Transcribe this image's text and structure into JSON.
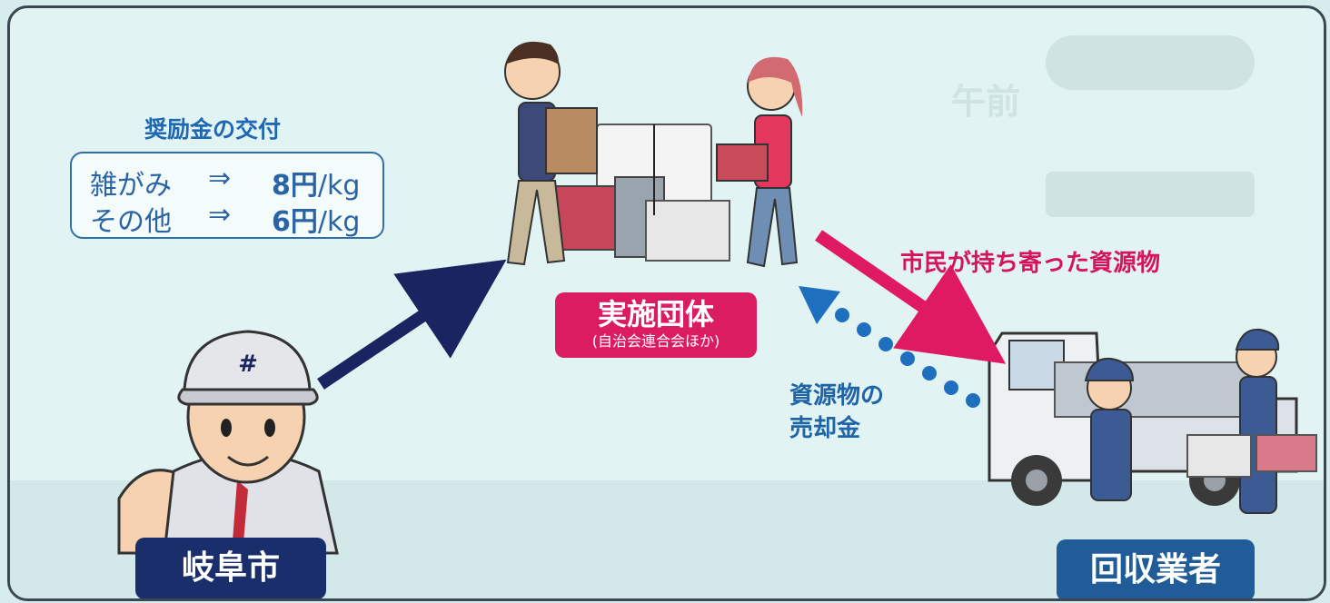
{
  "reward": {
    "title": "奨励金の交付",
    "rows": [
      {
        "label": "雑がみ",
        "arrow": "⇒",
        "amount": "8円",
        "unit": "/kg"
      },
      {
        "label": "その他",
        "arrow": "⇒",
        "amount": "6円",
        "unit": "/kg"
      }
    ]
  },
  "organization": {
    "name": "実施団体",
    "subtitle": "(自治会連合会ほか)"
  },
  "city": {
    "name": "岐阜市"
  },
  "collector": {
    "name": "回収業者"
  },
  "flows": {
    "resources_to_collector": "市民が持ち寄った資源物",
    "money_line1": "資源物の",
    "money_line2": "売却金"
  },
  "colors": {
    "city_arrow": "#1a2461",
    "resource_arrow": "#e01a62",
    "money_dots": "#1f6fbf",
    "badge": "#dc1c61",
    "label_dark": "#1a2e6b"
  }
}
